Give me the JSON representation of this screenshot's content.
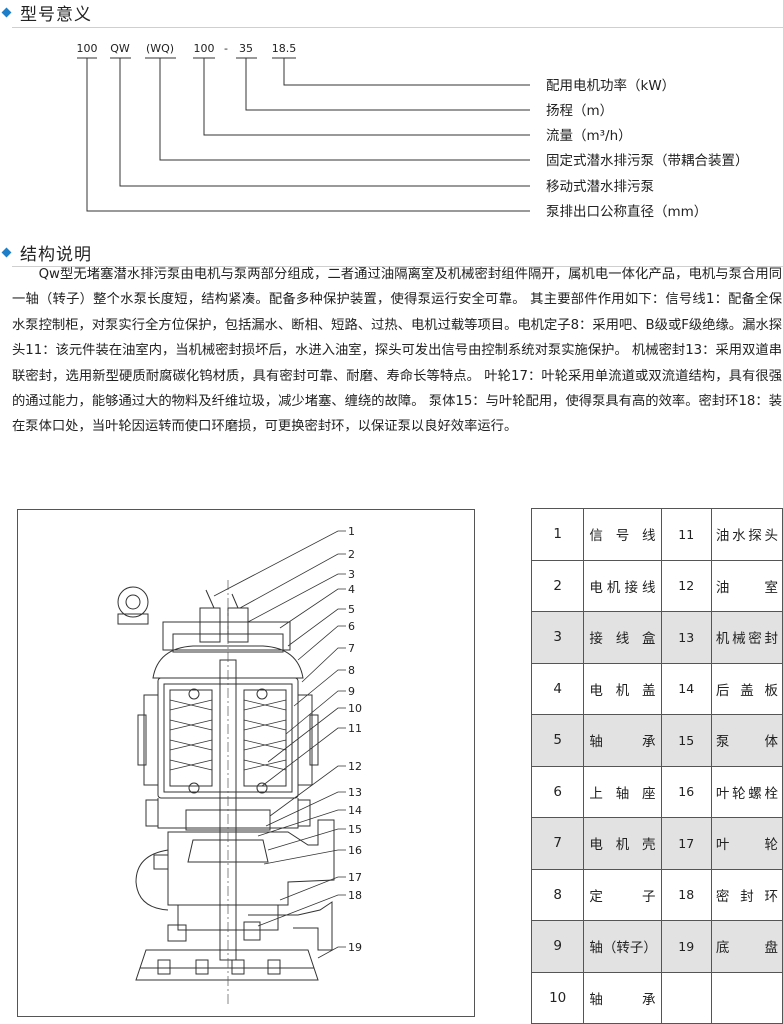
{
  "sections": {
    "model_title": "型号意义",
    "structure_title": "结构说明"
  },
  "model_code": {
    "parts": [
      "100",
      "QW",
      "(WQ)",
      "100",
      "-",
      "35",
      "18.5"
    ],
    "meanings": [
      "配用电机功率（kW）",
      "扬程（m）",
      "流量（m³/h）",
      "固定式潜水排污泵（带耦合装置）",
      "移动式潜水排污泵",
      "泵排出口公称直径（mm）"
    ]
  },
  "description": "Qw型无堵塞潜水排污泵由电机与泵两部分组成，二者通过油隔离室及机械密封组件隔开，属机电一体化产品，电机与泵合用同一轴（转子）整个水泵长度短，结构紧凑。配备多种保护装置，使得泵运行安全可靠。 其主要部件作用如下：信号线1：配备全保水泵控制柜，对泵实行全方位保护，包括漏水、断相、短路、过热、电机过载等项目。电机定子8：采用吧、B级或F级绝缘。漏水探头11：该元件装在油室内，当机械密封损坏后，水进入油室，探头可发出信号由控制系统对泵实施保护。 机械密封13：采用双道串联密封，选用新型硬质耐腐碳化钨材质，具有密封可靠、耐磨、寿命长等特点。 叶轮17：叶轮采用单流道或双流道结构，具有很强的通过能力，能够通过大的物料及纤维垃圾，减少堵塞、缠绕的故障。 泵体15：与叶轮配用，使得泵具有高的效率。密封环18：装在泵体口处，当叶轮因运转而使口环磨损，可更换密封环，以保证泵以良好效率运行。",
  "drawing_labels": [
    "1",
    "2",
    "3",
    "4",
    "5",
    "6",
    "7",
    "8",
    "9",
    "10",
    "11",
    "12",
    "13",
    "14",
    "15",
    "16",
    "17",
    "18",
    "19"
  ],
  "parts_table": [
    {
      "n1": "1",
      "name1": "信号线",
      "n2": "11",
      "name2": "油水探头"
    },
    {
      "n1": "2",
      "name1": "电机接线",
      "n2": "12",
      "name2": "油室"
    },
    {
      "n1": "3",
      "name1": "接线盒",
      "n2": "13",
      "name2": "机械密封"
    },
    {
      "n1": "4",
      "name1": "电机盖",
      "n2": "14",
      "name2": "后盖板"
    },
    {
      "n1": "5",
      "name1": "轴承",
      "n2": "15",
      "name2": "泵体"
    },
    {
      "n1": "6",
      "name1": "上轴座",
      "n2": "16",
      "name2": "叶轮螺栓"
    },
    {
      "n1": "7",
      "name1": "电机壳",
      "n2": "17",
      "name2": "叶轮"
    },
    {
      "n1": "8",
      "name1": "定子",
      "n2": "18",
      "name2": "密封环"
    },
    {
      "n1": "9",
      "name1": "轴（转子）",
      "n2": "19",
      "name2": "底盘"
    },
    {
      "n1": "10",
      "name1": "轴承",
      "n2": "",
      "name2": ""
    }
  ]
}
